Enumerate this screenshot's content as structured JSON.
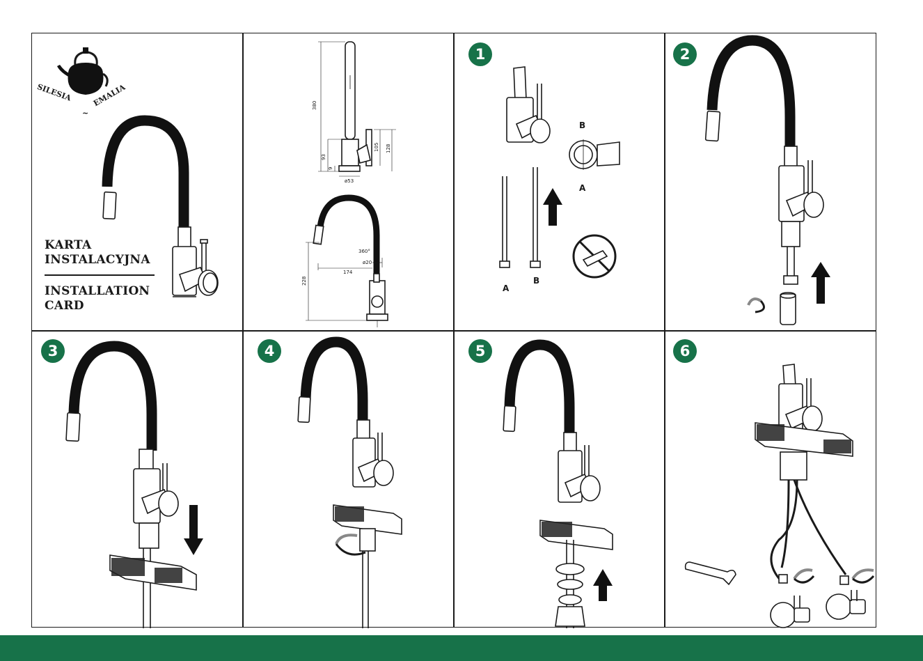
{
  "brand": {
    "name_left": "SILESIA",
    "separator": "~",
    "name_right": "EMALIA",
    "logo_icon": "kettle-icon"
  },
  "card": {
    "title_pl_line1": "KARTA",
    "title_pl_line2": "INSTALACYJNA",
    "title_en_line1": "INSTALLATION",
    "title_en_line2": "CARD"
  },
  "dimensions": {
    "height_total": "380",
    "height_body": "93",
    "base_height": "9",
    "lever_height": "105",
    "side_height": "128",
    "base_diameter": "ø53",
    "spout_height": "228",
    "reach": "174",
    "rotation": "360°",
    "pipe_diameter": "ø20"
  },
  "steps": [
    {
      "number": "1",
      "labels": {
        "hose_a": "A",
        "hose_b": "B",
        "cartridge_top": "B",
        "cartridge_bottom": "A"
      }
    },
    {
      "number": "2"
    },
    {
      "number": "3"
    },
    {
      "number": "4"
    },
    {
      "number": "5"
    },
    {
      "number": "6"
    }
  ],
  "colors": {
    "accent": "#177249",
    "ink": "#1a1a1a",
    "hose": "#111111"
  }
}
